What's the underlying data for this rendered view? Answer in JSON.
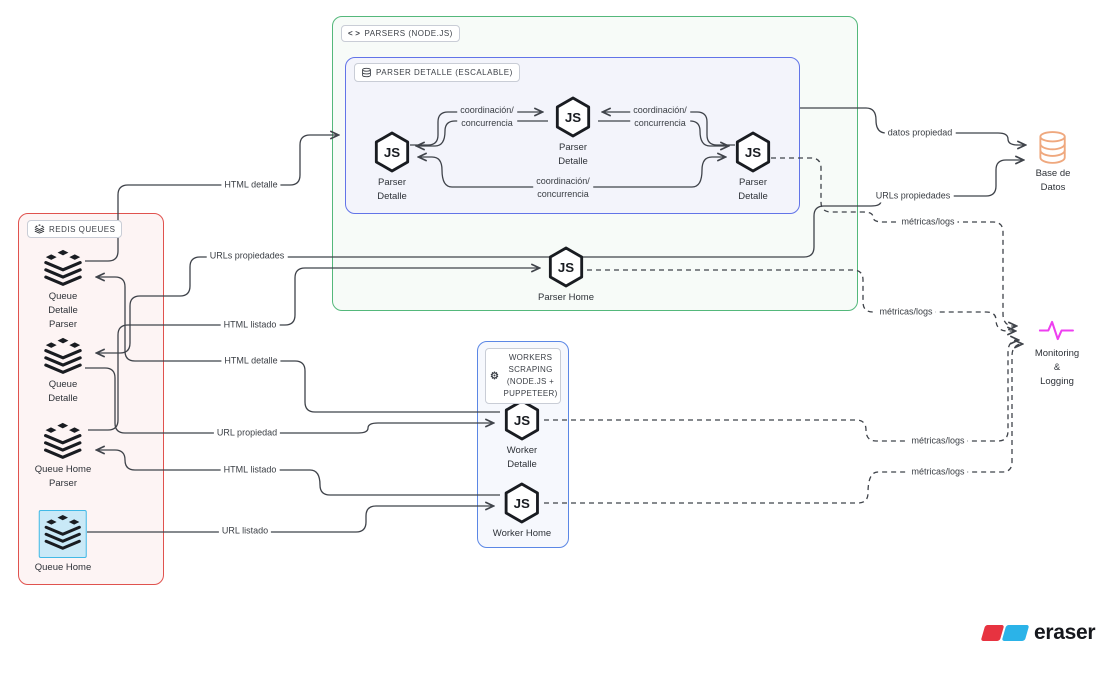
{
  "canvas": {
    "background": "#ffffff"
  },
  "containers": {
    "redis_queues": {
      "title": "REDIS QUEUES",
      "icon": "redis-stack-icon",
      "border_color": "#e0524e",
      "fill": "#fdf4f4"
    },
    "parsers": {
      "title": "PARSERS (NODE.JS)",
      "icon": "code-icon",
      "border_color": "#54b87b",
      "fill": "#f7fbf8"
    },
    "parser_detalle": {
      "title": "PARSER DETALLE (ESCALABLE)",
      "icon": "layers-icon",
      "border_color": "#6274e8",
      "fill": "#f3f4fb"
    },
    "workers": {
      "title": "WORKERS SCRAPING (NODE.JS + PUPPETEER)",
      "icon": "gear-icon",
      "border_color": "#5b87e5",
      "fill": "#f6f8fd"
    }
  },
  "nodes": {
    "queue_detalle_parser": {
      "label": "Queue\nDetalle\nParser",
      "icon": "queue-icon"
    },
    "queue_detalle": {
      "label": "Queue\nDetalle",
      "icon": "queue-icon"
    },
    "queue_home_parser": {
      "label": "Queue Home\nParser",
      "icon": "queue-icon"
    },
    "queue_home": {
      "label": "Queue Home",
      "icon": "queue-icon",
      "highlighted": true,
      "highlight_border": "#41b9e6",
      "highlight_fill": "#c9e9f7"
    },
    "parser_detalle_left": {
      "label": "Parser\nDetalle",
      "icon": "nodejs-icon"
    },
    "parser_detalle_center": {
      "label": "Parser\nDetalle",
      "icon": "nodejs-icon"
    },
    "parser_detalle_right": {
      "label": "Parser\nDetalle",
      "icon": "nodejs-icon"
    },
    "parser_home": {
      "label": "Parser Home",
      "icon": "nodejs-icon"
    },
    "worker_detalle": {
      "label": "Worker\nDetalle",
      "icon": "nodejs-icon"
    },
    "worker_home": {
      "label": "Worker Home",
      "icon": "nodejs-icon"
    },
    "base_de_datos": {
      "label": "Base de\nDatos",
      "icon": "database-icon",
      "icon_color": "#efa87e"
    },
    "monitoring": {
      "label": "Monitoring &\nLogging",
      "icon": "pulse-icon",
      "icon_color": "#ee3ff0"
    }
  },
  "edge_labels": {
    "html_detalle_parser": "HTML detalle",
    "urls_propiedades_left": "URLs propiedades",
    "html_listado_parser": "HTML listado",
    "html_detalle_worker": "HTML detalle",
    "url_propiedad": "URL propiedad",
    "html_listado_worker": "HTML listado",
    "url_listado": "URL listado",
    "datos_propiedad": "datos propiedad",
    "urls_propiedades_db": "URLs propiedades",
    "metricas_parser_detalle": "métricas/logs",
    "metricas_parser_home": "métricas/logs",
    "metricas_worker_detalle": "métricas/logs",
    "metricas_worker_home": "métricas/logs",
    "coordinacion_top_left": "coordinación/\nconcurrencia",
    "coordinacion_top_right": "coordinación/\nconcurrencia",
    "coordinacion_bottom": "coordinación/\nconcurrencia"
  },
  "edge_style": {
    "line_color": "#3f434a"
  },
  "watermark": {
    "brand": "eraser",
    "mark_red": "#e73340",
    "mark_blue": "#2bb3e8",
    "text_color": "#16181d"
  }
}
